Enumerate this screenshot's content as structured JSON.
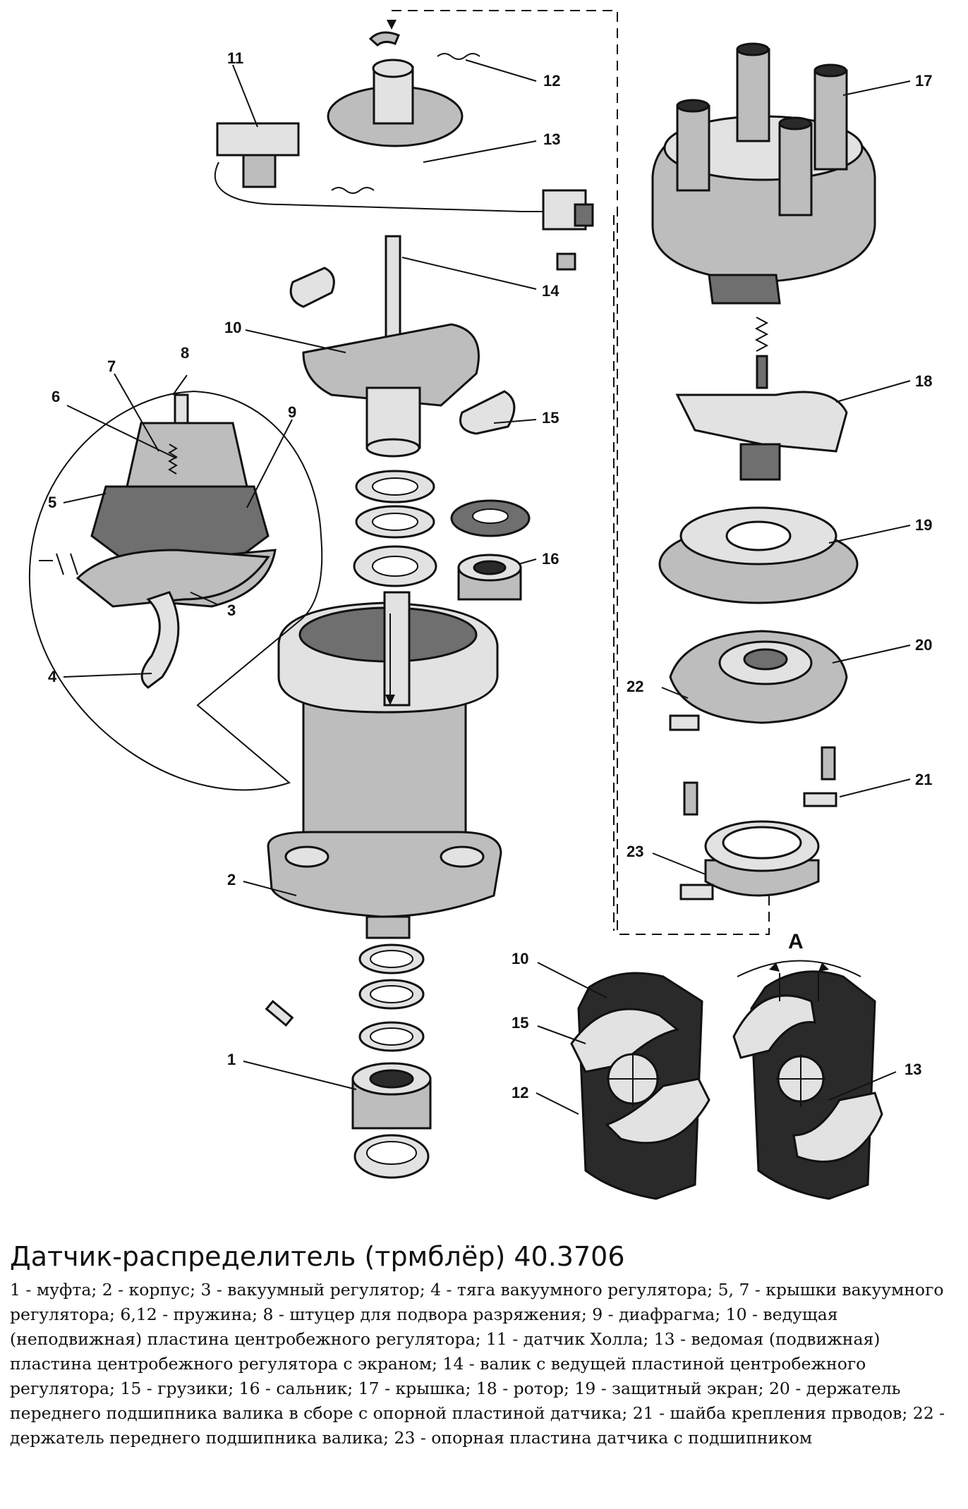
{
  "diagram": {
    "labels": {
      "l1": "1",
      "l2": "2",
      "l3": "3",
      "l4": "4",
      "l5": "5",
      "l6": "6",
      "l7": "7",
      "l8": "8",
      "l9": "9",
      "l10": "10",
      "l11": "11",
      "l12": "12",
      "l13": "13",
      "l14": "14",
      "l15": "15",
      "l16": "16",
      "l17": "17",
      "l18": "18",
      "l19": "19",
      "l20": "20",
      "l21": "21",
      "l22": "22",
      "l23": "23",
      "i10": "10",
      "i15": "15",
      "i12": "12",
      "i13": "13",
      "angle": "A"
    }
  },
  "caption": {
    "title": "Датчик-распределитель (трмблёр) 40.3706",
    "text": "1 - муфта; 2 - корпус; 3 - вакуумный регулятор; 4 - тяга вакуумного регулятора; 5, 7 - крышки вакуумного регулятора; 6,12 - пружина; 8 - штуцер для подвора разряжения; 9 - диафрагма; 10 - ведущая (неподвижная) пластина центробежного регулятора; 11 - датчик Холла; 13 - ведомая (подвижная) пластина центробежного регулятора с экраном; 14 - валик с ведущей пластиной центробежного регулятора; 15 - грузики; 16 - сальник; 17 - крышка; 18 - ротор; 19 - защитный экран; 20 - держатель переднего подшипника валика в сборе с опорной пластиной датчика; 21 - шайба крепления прводов; 22 - держатель переднего подшипника валика; 23 - опорная пластина датчика с подшипником"
  }
}
